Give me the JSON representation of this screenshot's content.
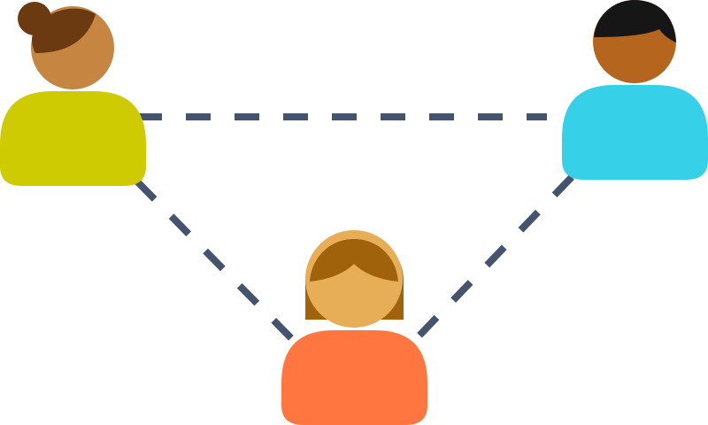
{
  "diagram": {
    "connector_color": "#44536E",
    "connector_style": "dashed",
    "people": [
      {
        "id": "left",
        "body_color": "#CFCB02",
        "skin_color": "#C68642",
        "hair_color": "#6B3A10",
        "hair_style": "bun"
      },
      {
        "id": "right",
        "body_color": "#36D1E9",
        "skin_color": "#B5651D",
        "hair_color": "#161616",
        "hair_style": "short"
      },
      {
        "id": "bottom",
        "body_color": "#FF7640",
        "skin_color": "#E8AE57",
        "hair_color": "#A0620A",
        "hair_style": "bob"
      }
    ],
    "connections": [
      [
        "left",
        "right"
      ],
      [
        "left",
        "bottom"
      ],
      [
        "right",
        "bottom"
      ]
    ]
  }
}
